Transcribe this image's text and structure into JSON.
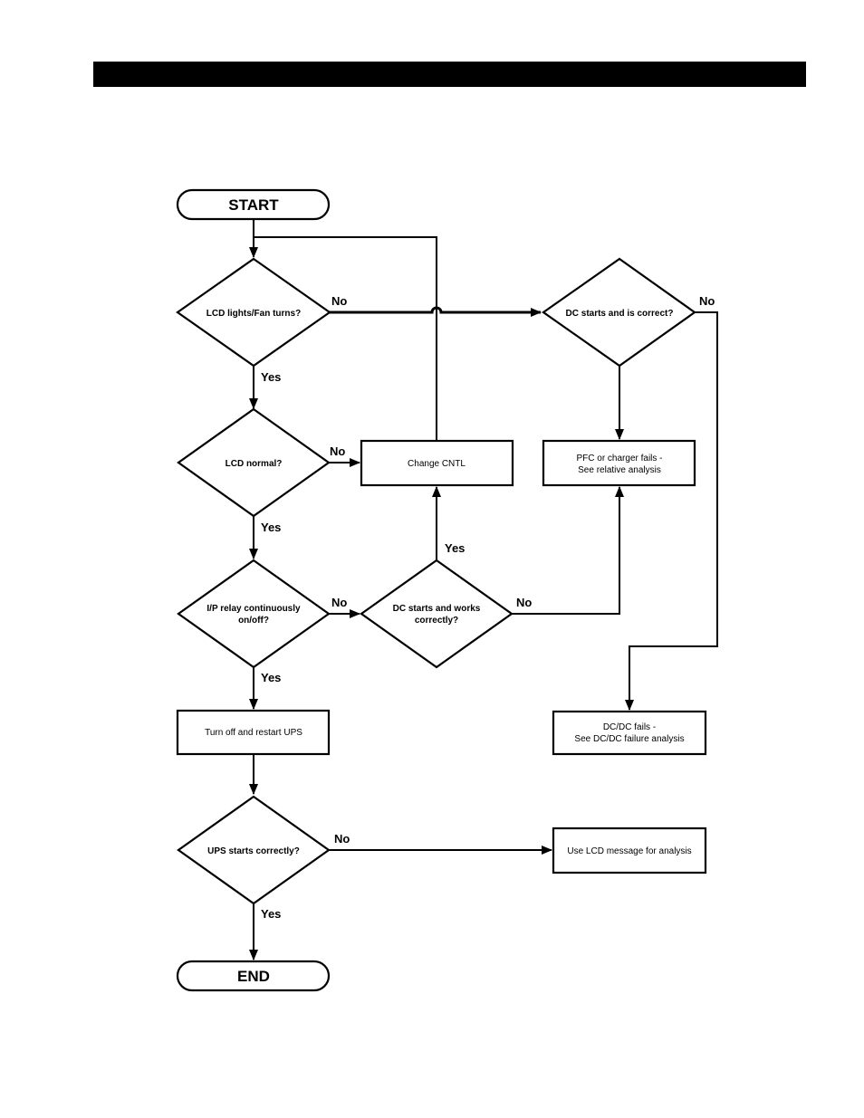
{
  "header": {
    "bar_color": "#000000"
  },
  "nodes": {
    "start": "START",
    "lcd_lights": "LCD lights/Fan turns?",
    "dc_starts_correct": "DC starts and  is correct?",
    "lcd_normal": "LCD normal?",
    "change_cntl": "Change CNTL",
    "pfc_fails_1": "PFC or charger fails -",
    "pfc_fails_2": "See relative analysis",
    "ip_relay_1": "I/P relay continuously",
    "ip_relay_2": "on/off?",
    "dc_works_1": "DC starts and works",
    "dc_works_2": "correctly?",
    "turn_off": "Turn off and restart UPS",
    "dcdc_fails_1": "DC/DC fails -",
    "dcdc_fails_2": "See DC/DC failure analysis",
    "ups_starts": "UPS starts correctly?",
    "use_lcd": "Use LCD message for analysis",
    "end": "END"
  },
  "labels": {
    "no_lcd_lights": "No",
    "yes_lcd_lights": "Yes",
    "no_dc_correct": "No",
    "no_lcd_normal": "No",
    "yes_lcd_normal": "Yes",
    "no_ip_relay": "No",
    "yes_ip_relay": "Yes",
    "yes_dc_works": "Yes",
    "no_dc_works": "No",
    "no_ups_starts": "No",
    "yes_ups_starts": "Yes"
  }
}
